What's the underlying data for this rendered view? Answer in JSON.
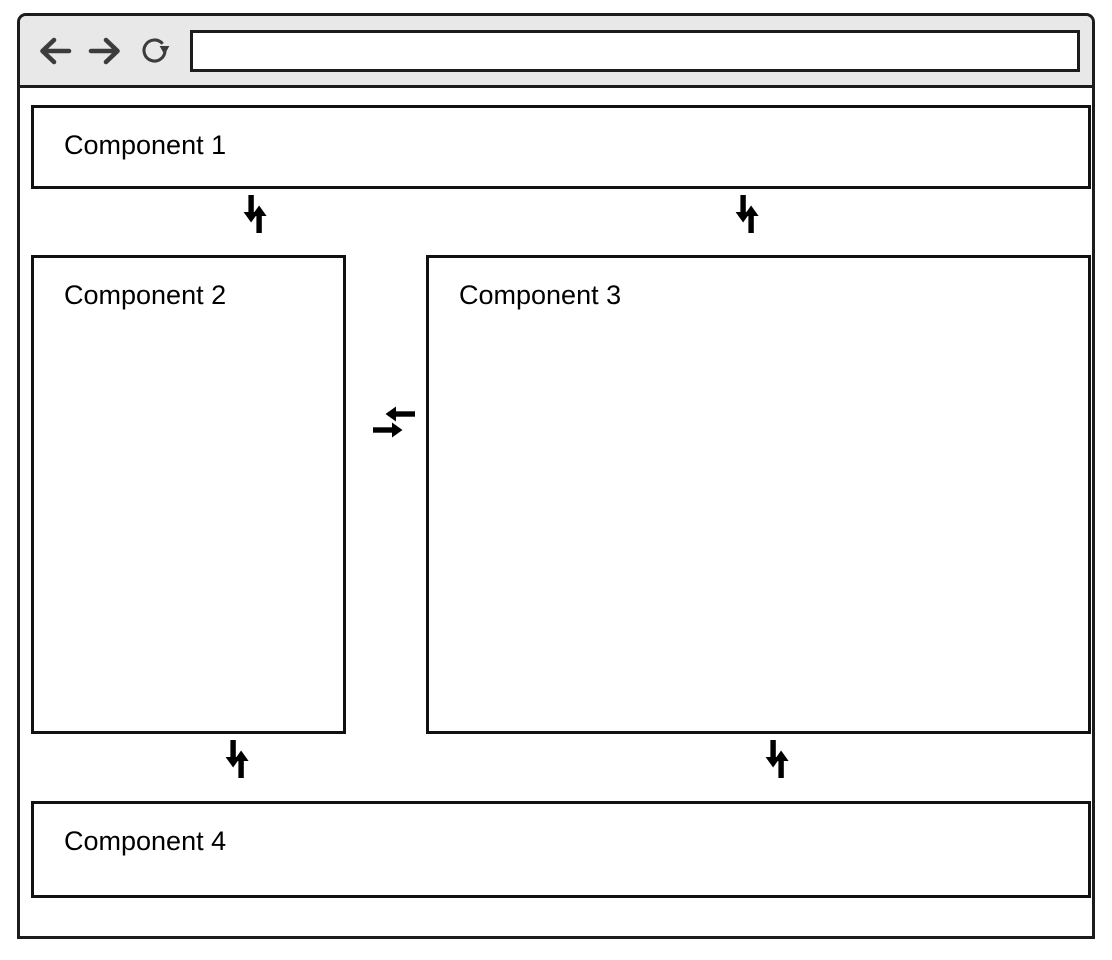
{
  "window": {
    "name": "browser-window",
    "toolbar": {
      "back_icon": "arrow-left-icon",
      "forward_icon": "arrow-right-icon",
      "reload_icon": "reload-icon",
      "address_value": "",
      "address_placeholder": ""
    }
  },
  "diagram": {
    "type": "component-diagram",
    "line_color": "#111111",
    "background": "#ffffff",
    "toolbar_background": "#e8e8e8",
    "frame_color": "#1c1c1c",
    "icon_color": "#3c3c3c",
    "components": [
      {
        "id": "component-1",
        "label": "Component 1"
      },
      {
        "id": "component-2",
        "label": "Component 2"
      },
      {
        "id": "component-3",
        "label": "Component 3"
      },
      {
        "id": "component-4",
        "label": "Component 4"
      }
    ],
    "connectors": [
      {
        "id": "connector-1-2",
        "from": "Component 1",
        "to": "Component 2",
        "direction": "bidirectional",
        "orientation": "vertical"
      },
      {
        "id": "connector-1-3",
        "from": "Component 1",
        "to": "Component 3",
        "direction": "bidirectional",
        "orientation": "vertical"
      },
      {
        "id": "connector-2-3",
        "from": "Component 2",
        "to": "Component 3",
        "direction": "bidirectional",
        "orientation": "horizontal"
      },
      {
        "id": "connector-2-4",
        "from": "Component 2",
        "to": "Component 4",
        "direction": "bidirectional",
        "orientation": "vertical"
      },
      {
        "id": "connector-3-4",
        "from": "Component 3",
        "to": "Component 4",
        "direction": "bidirectional",
        "orientation": "vertical"
      }
    ]
  }
}
